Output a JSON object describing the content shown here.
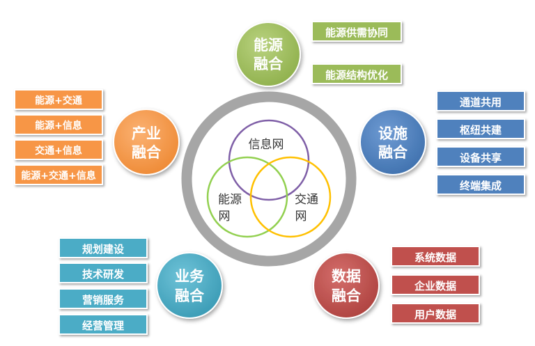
{
  "colors": {
    "energy": "#9bbb59",
    "industry": "#f79646",
    "facility": "#4f81bd",
    "business": "#4bacc6",
    "data": "#c0504d",
    "ring": "#a6a6a6",
    "venn_info": "#7f5fa7",
    "venn_energy": "#92d050",
    "venn_traffic": "#ffc000"
  },
  "center": {
    "info_network": "信息网",
    "energy_network": [
      "能源",
      "网"
    ],
    "traffic_network": [
      "交通",
      "网"
    ]
  },
  "nodes": {
    "energy_fusion": {
      "title": [
        "能源",
        "融合"
      ],
      "items": [
        "能源供需协同",
        "能源结构优化"
      ]
    },
    "industry_fusion": {
      "title": [
        "产业",
        "融合"
      ],
      "items": [
        "能源+交通",
        "能源+信息",
        "交通+信息",
        "能源+交通+信息"
      ]
    },
    "facility_fusion": {
      "title": [
        "设施",
        "融合"
      ],
      "items": [
        "通道共用",
        "枢纽共建",
        "设备共享",
        "终端集成"
      ]
    },
    "business_fusion": {
      "title": [
        "业务",
        "融合"
      ],
      "items": [
        "规划建设",
        "技术研发",
        "营销服务",
        "经营管理"
      ]
    },
    "data_fusion": {
      "title": [
        "数据",
        "融合"
      ],
      "items": [
        "系统数据",
        "企业数据",
        "用户数据"
      ]
    }
  }
}
